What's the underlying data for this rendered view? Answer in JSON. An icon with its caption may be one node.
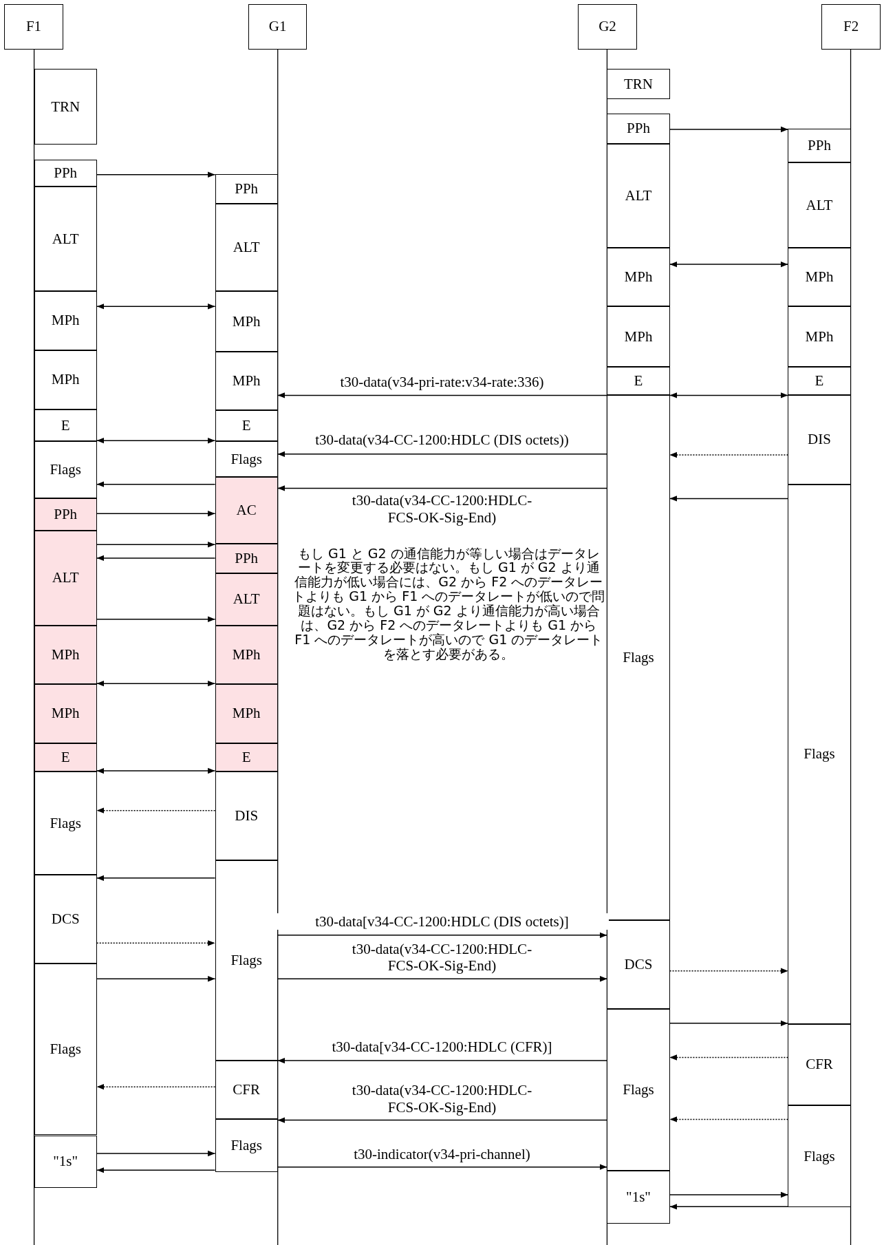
{
  "diagram": {
    "nodes": [
      {
        "text": [
          "F1"
        ]
      },
      {
        "text": [
          "G1"
        ]
      },
      {
        "text": [
          "G2"
        ]
      },
      {
        "text": [
          "F2"
        ]
      },
      {
        "text": [
          "TRN"
        ]
      },
      {
        "text": [
          "PPh"
        ]
      },
      {
        "text": [
          "ALT"
        ]
      },
      {
        "text": [
          "MPh"
        ]
      },
      {
        "text": [
          "MPh"
        ]
      },
      {
        "text": [
          "E"
        ]
      },
      {
        "text": [
          "Flags"
        ]
      },
      {
        "text": [
          "PPh"
        ]
      },
      {
        "text": [
          "ALT"
        ]
      },
      {
        "text": [
          "MPh"
        ]
      },
      {
        "text": [
          "MPh"
        ]
      },
      {
        "text": [
          "E"
        ]
      },
      {
        "text": [
          "Flags"
        ]
      },
      {
        "text": [
          "DCS"
        ]
      },
      {
        "text": [
          "Flags"
        ]
      },
      {
        "text": [
          "\"1s\""
        ]
      },
      {
        "text": [
          "PPh"
        ]
      },
      {
        "text": [
          "ALT"
        ]
      },
      {
        "text": [
          "MPh"
        ]
      },
      {
        "text": [
          "MPh"
        ]
      },
      {
        "text": [
          "E"
        ]
      },
      {
        "text": [
          "Flags"
        ]
      },
      {
        "text": [
          "AC"
        ]
      },
      {
        "text": [
          "PPh"
        ]
      },
      {
        "text": [
          "ALT"
        ]
      },
      {
        "text": [
          "MPh"
        ]
      },
      {
        "text": [
          "MPh"
        ]
      },
      {
        "text": [
          "E"
        ]
      },
      {
        "text": [
          "DIS"
        ]
      },
      {
        "text": [
          "Flags"
        ]
      },
      {
        "text": [
          "CFR"
        ]
      },
      {
        "text": [
          "Flags"
        ]
      },
      {
        "text": [
          "TRN"
        ]
      },
      {
        "text": [
          "PPh"
        ]
      },
      {
        "text": [
          "ALT"
        ]
      },
      {
        "text": [
          "MPh"
        ]
      },
      {
        "text": [
          "MPh"
        ]
      },
      {
        "text": [
          "E"
        ]
      },
      {
        "text": [
          "Flags"
        ]
      },
      {
        "text": [
          "DCS"
        ]
      },
      {
        "text": [
          "Flags"
        ]
      },
      {
        "text": [
          "\"1s\""
        ]
      },
      {
        "text": [
          "PPh"
        ]
      },
      {
        "text": [
          "ALT"
        ]
      },
      {
        "text": [
          "MPh"
        ]
      },
      {
        "text": [
          "MPh"
        ]
      },
      {
        "text": [
          "E"
        ]
      },
      {
        "text": [
          "DIS"
        ]
      },
      {
        "text": [
          "Flags"
        ]
      },
      {
        "text": [
          "CFR"
        ]
      },
      {
        "text": [
          "Flags"
        ]
      }
    ],
    "edges": [
      {
        "from": 5,
        "to": 20,
        "arrow": "to"
      },
      {
        "from": 7,
        "to": 22,
        "arrow": "both"
      },
      {
        "from": 9,
        "to": 24,
        "arrow": "both"
      },
      {
        "from": 26,
        "to": 10,
        "arrow": "to"
      },
      {
        "from": 11,
        "to": 26,
        "arrow": "to"
      },
      {
        "from": 12,
        "to": 27,
        "arrow": "to"
      },
      {
        "from": 27,
        "to": 12,
        "arrow": "to"
      },
      {
        "from": 12,
        "to": 28,
        "arrow": "to"
      },
      {
        "from": 13,
        "to": 29,
        "arrow": "both"
      },
      {
        "from": 15,
        "to": 31,
        "arrow": "both"
      },
      {
        "from": 32,
        "to": 16,
        "arrow": "to",
        "style": "dashed"
      },
      {
        "from": 33,
        "to": 17,
        "arrow": "to"
      },
      {
        "from": 17,
        "to": 33,
        "arrow": "to",
        "style": "dashed"
      },
      {
        "from": 18,
        "to": 33,
        "arrow": "to"
      },
      {
        "from": 34,
        "to": 18,
        "arrow": "to",
        "style": "dashed"
      },
      {
        "from": 19,
        "to": 35,
        "arrow": "to"
      },
      {
        "from": 35,
        "to": 19,
        "arrow": "to"
      },
      {
        "from": 41,
        "to": 23,
        "arrow": "to",
        "label": "t30-data(v34-pri-rate:v34-rate:336)"
      },
      {
        "from": 42,
        "to": 25,
        "arrow": "to",
        "label": "t30-data(v34-CC-1200:HDLC (DIS octets))"
      },
      {
        "from": 42,
        "to": 26,
        "arrow": "to",
        "label": "t30-data(v34-CC-1200:HDLC-FCS-OK-Sig-End)"
      },
      {
        "from": 33,
        "to": 43,
        "arrow": "to",
        "label": "t30-data[v34-CC-1200:HDLC (DIS octets)]"
      },
      {
        "from": 33,
        "to": 43,
        "arrow": "to",
        "label": "t30-data(v34-CC-1200:HDLC-FCS-OK-Sig-End)"
      },
      {
        "from": 44,
        "to": 34,
        "arrow": "to",
        "label": "t30-data[v34-CC-1200:HDLC (CFR)]"
      },
      {
        "from": 44,
        "to": 35,
        "arrow": "to",
        "label": "t30-data(v34-CC-1200:HDLC-FCS-OK-Sig-End)"
      },
      {
        "from": 35,
        "to": 44,
        "arrow": "to",
        "label": "t30-indicator(v34-pri-channel)"
      },
      {
        "from": 37,
        "to": 46,
        "arrow": "to"
      },
      {
        "from": 39,
        "to": 48,
        "arrow": "both"
      },
      {
        "from": 41,
        "to": 50,
        "arrow": "both"
      },
      {
        "from": 51,
        "to": 42,
        "arrow": "to",
        "style": "dashed"
      },
      {
        "from": 52,
        "to": 42,
        "arrow": "to"
      },
      {
        "from": 43,
        "to": 52,
        "arrow": "to",
        "style": "dashed"
      },
      {
        "from": 44,
        "to": 52,
        "arrow": "to"
      },
      {
        "from": 53,
        "to": 44,
        "arrow": "to",
        "style": "dashed"
      },
      {
        "from": 54,
        "to": 44,
        "arrow": "to",
        "style": "dashed"
      },
      {
        "from": 45,
        "to": 54,
        "arrow": "to"
      },
      {
        "from": 54,
        "to": 45,
        "arrow": "to"
      }
    ],
    "labels": [
      "もし G1 と G2 の通信能力が等しい場合はデータレートを変更する必要はない。もし G1 が G2 より通信能力が低い場合には、G2 から F2 へのデータレートよりも G1 から F1 へのデータレートが低いので問題はない。もし G1 が G2 より通信能力が高い場合は、G2 から F2 へのデータレートよりも G1 から F1 へのデータレートが高いので G1 のデータレートを落とす必要がある。"
    ]
  }
}
